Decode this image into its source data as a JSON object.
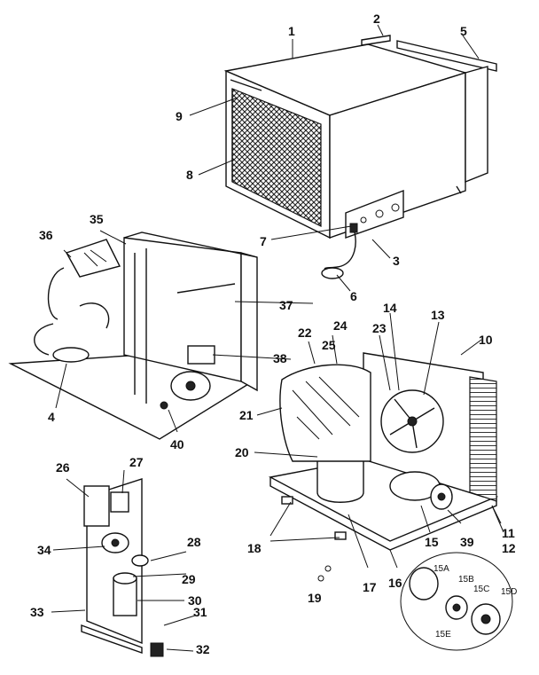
{
  "callouts": {
    "c1": "1",
    "c2": "2",
    "c3": "3",
    "c4": "4",
    "c5": "5",
    "c6": "6",
    "c7": "7",
    "c8": "8",
    "c9": "9",
    "c10": "10",
    "c11": "11",
    "c12": "12",
    "c13": "13",
    "c14": "14",
    "c15": "15",
    "c15a": "15A",
    "c15b": "15B",
    "c15c": "15C",
    "c15d": "15D",
    "c15e": "15E",
    "c16": "16",
    "c17": "17",
    "c18": "18",
    "c19": "19",
    "c20": "20",
    "c21": "21",
    "c22": "22",
    "c23": "23",
    "c24": "24",
    "c25": "25",
    "c26": "26",
    "c27": "27",
    "c28": "28",
    "c29": "29",
    "c30": "30",
    "c31": "31",
    "c32": "32",
    "c33": "33",
    "c34": "34",
    "c35": "35",
    "c36": "36",
    "c37": "37",
    "c38": "38",
    "c39": "39",
    "c40": "40"
  }
}
